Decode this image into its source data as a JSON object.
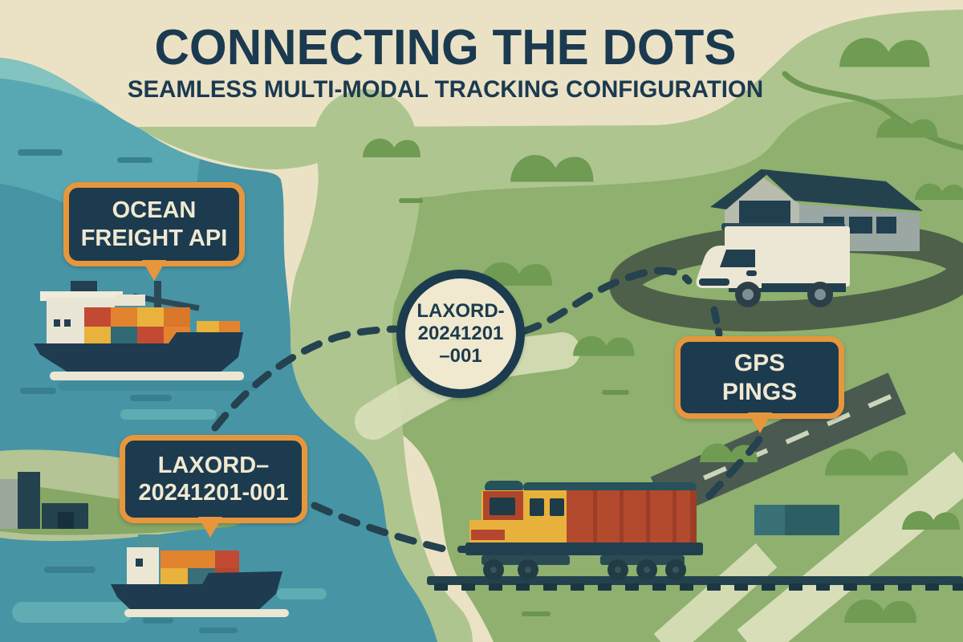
{
  "header": {
    "title": "CONNECTING THE DOTS",
    "subtitle": "SEAMLESS MULTI-MODAL TRACKING CONFIGURATION"
  },
  "callouts": {
    "ocean_freight_api": {
      "line1": "OCEAN",
      "line2": "FREIGHT API"
    },
    "shipment_id": {
      "line1": "LAXORD–",
      "line2": "20241201-001"
    },
    "gps_pings": {
      "line1": "GPS",
      "line2": "PINGS"
    },
    "hub_circle": {
      "line1": "LAXORD-",
      "line2": "20241201",
      "line3": "–001"
    }
  },
  "colors": {
    "background_cream": "#ebe2c5",
    "headline_navy": "#1b3a50",
    "callout_navy": "#1c3b4e",
    "accent_orange": "#e8963b",
    "callout_text_cream": "#f0e8d2",
    "water_deep": "#4794a5",
    "water_mid": "#57a8b2",
    "water_light": "#83c3c0",
    "land_green": "#8fb06e",
    "land_light_green": "#aec58f",
    "bush_green": "#6f9b52",
    "road_olive": "#4e6049",
    "road_slate": "#4a5a51",
    "route_dash_navy": "#24424f",
    "hull_navy": "#1e3b50",
    "container_orange": "#e2832e",
    "container_red": "#c24a32",
    "container_yellow": "#e9b23c",
    "container_teal": "#2f6a74",
    "train_red": "#b0452c",
    "train_yellow": "#e8b13c",
    "roof_teal": "#26525c",
    "warehouse_gray": "#9aa7a3",
    "truck_cream": "#ece7d4"
  },
  "icons": [
    "large-cargo-ship-icon",
    "small-cargo-ship-icon",
    "freight-train-icon",
    "box-truck-icon",
    "warehouse-icon",
    "shipping-container-icon",
    "railroad-track",
    "dashed-route-line",
    "coastline-beach",
    "ocean",
    "port-island"
  ]
}
